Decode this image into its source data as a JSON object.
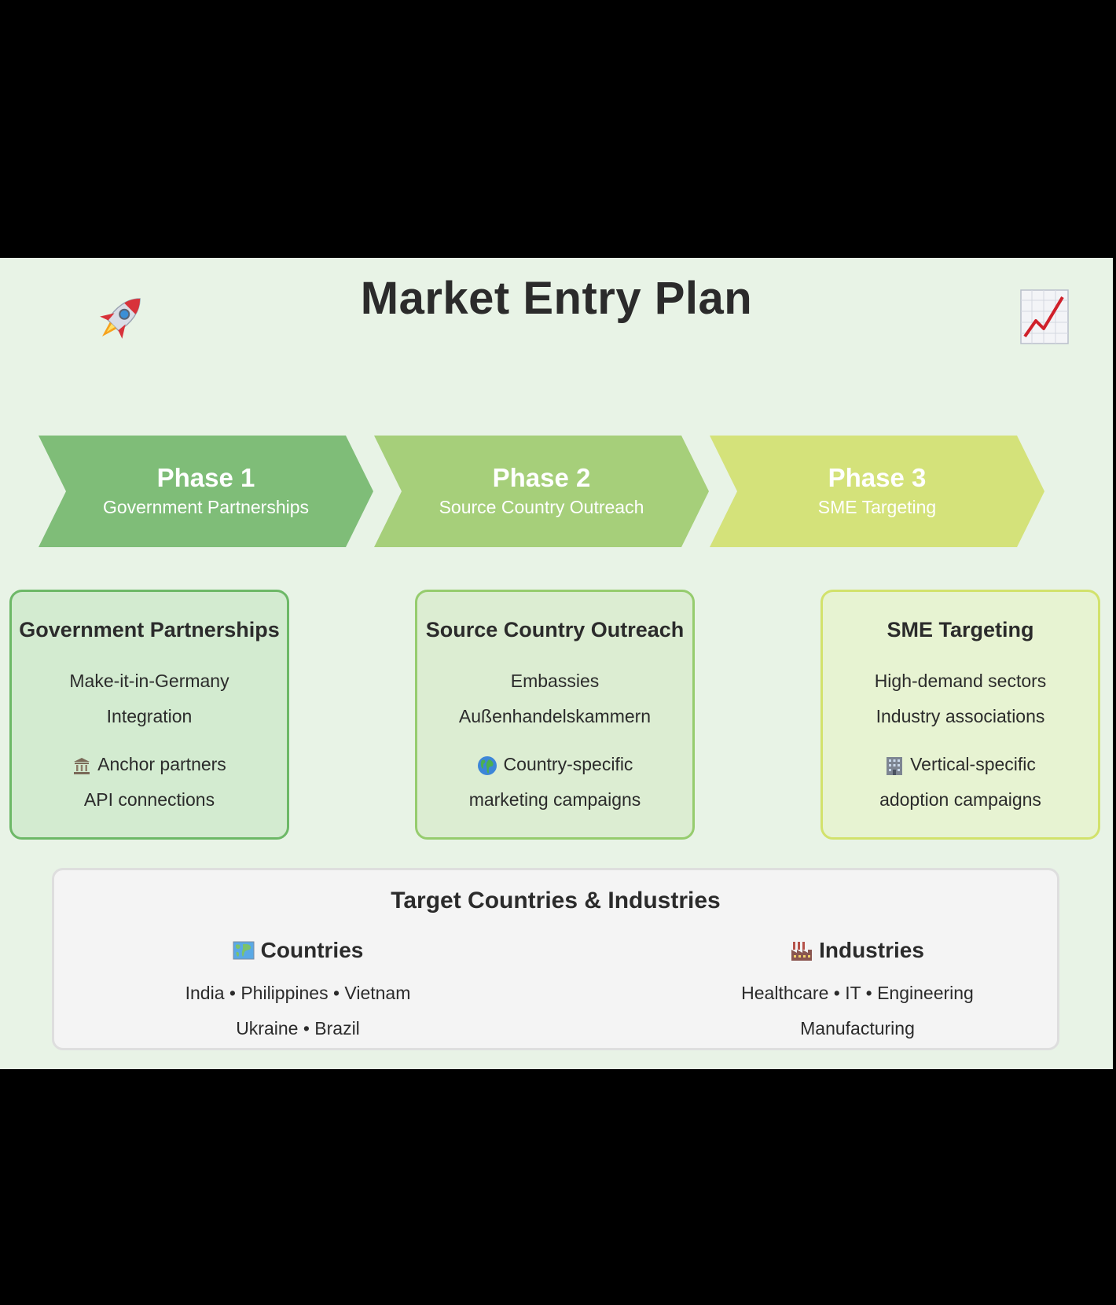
{
  "title": "Market Entry Plan",
  "icons": {
    "left": "rocket-icon",
    "right": "chart-increasing-icon"
  },
  "phases": [
    {
      "number": "Phase 1",
      "name": "Government Partnerships",
      "color": "#7fbd78"
    },
    {
      "number": "Phase 2",
      "name": "Source Country Outreach",
      "color": "#a6cf7a"
    },
    {
      "number": "Phase 3",
      "name": "SME Targeting",
      "color": "#d4e27a"
    }
  ],
  "cards": [
    {
      "title": "Government Partnerships",
      "lines": [
        "Make-it-in-Germany",
        "Integration"
      ],
      "icon": "classical-building-icon",
      "extra": [
        "Anchor partners",
        "API connections"
      ],
      "bg": "#d3ebd0",
      "border": "#6db867"
    },
    {
      "title": "Source Country Outreach",
      "lines": [
        "Embassies",
        "Außenhandelskammern"
      ],
      "icon": "globe-icon",
      "extra": [
        "Country-specific",
        "marketing campaigns"
      ],
      "bg": "#dcedd2",
      "border": "#96cc6e"
    },
    {
      "title": "SME Targeting",
      "lines": [
        "High-demand sectors",
        "Industry associations"
      ],
      "icon": "office-building-icon",
      "extra": [
        "Vertical-specific",
        "adoption campaigns"
      ],
      "bg": "#e7f3d2",
      "border": "#d2e26c"
    }
  ],
  "targets": {
    "title": "Target Countries & Industries",
    "countries": {
      "icon": "world-map-icon",
      "label": "Countries",
      "line1": "India • Philippines • Vietnam",
      "line2": "Ukraine • Brazil"
    },
    "industries": {
      "icon": "factory-icon",
      "label": "Industries",
      "line1": "Healthcare • IT • Engineering",
      "line2": "Manufacturing"
    }
  }
}
